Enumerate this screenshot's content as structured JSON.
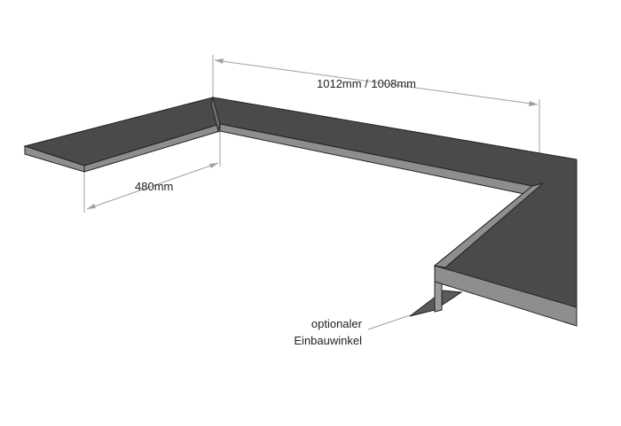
{
  "dimensions": {
    "length_label": "1012mm / 1008mm",
    "depth_label": "480mm"
  },
  "annotation": {
    "line1": "optionaler",
    "line2": "Einbauwinkel"
  },
  "colors": {
    "top_surface": "#4a4a4a",
    "edge": "#8e8e8e",
    "dimension_line": "#9a9a9a"
  }
}
